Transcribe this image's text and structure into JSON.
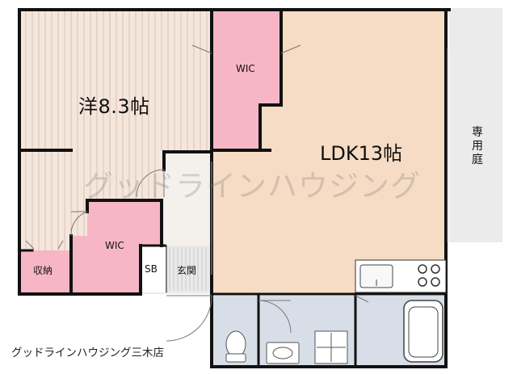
{
  "rooms": {
    "western": "洋8.3帖",
    "ldk": "LDK13帖",
    "wic_top": "WIC",
    "wic_left": "WIC",
    "storage": "収納",
    "shoebox": "SB",
    "entrance": "玄関",
    "private_garden": "専用庭"
  },
  "watermark": "グッドラインハウジング",
  "company": "グッドラインハウジング三木店",
  "colors": {
    "wall": "#111111",
    "wood_floor": "#f5e6dc",
    "wood_grain": "#d9c2b3",
    "ldk_floor": "#f6dcc4",
    "closet": "#f7b6c6",
    "wet_area": "#d8dee8",
    "garden": "#ebebeb",
    "entrance_floor": "#f4f0ec"
  }
}
